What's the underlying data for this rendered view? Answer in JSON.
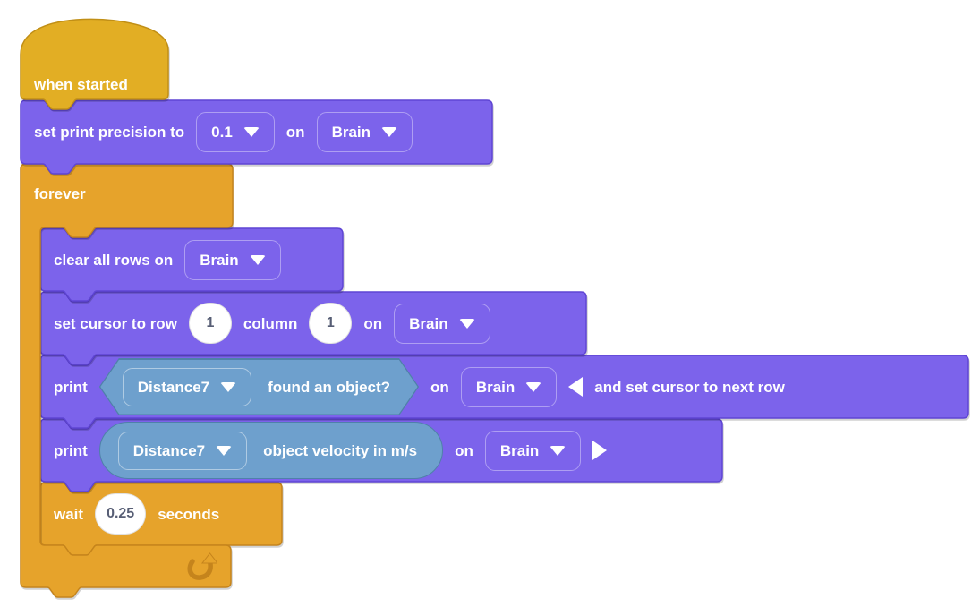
{
  "blocks": {
    "when_started": {
      "label": "when started"
    },
    "set_print_precision": {
      "prefix": "set print precision to",
      "precision": "0.1",
      "on": "on",
      "device": "Brain"
    },
    "forever": {
      "label": "forever"
    },
    "clear_all_rows": {
      "prefix": "clear all rows on",
      "device": "Brain"
    },
    "set_cursor": {
      "prefix": "set cursor to row",
      "row": "1",
      "column_label": "column",
      "column": "1",
      "on": "on",
      "device": "Brain"
    },
    "print_found": {
      "prefix": "print",
      "sensor": "Distance7",
      "condition": "found an object?",
      "on": "on",
      "device": "Brain",
      "expanded_suffix": "and set cursor to next row"
    },
    "print_velocity": {
      "prefix": "print",
      "sensor": "Distance7",
      "value_label": "object velocity in m/s",
      "on": "on",
      "device": "Brain"
    },
    "wait": {
      "prefix": "wait",
      "duration": "0.25",
      "suffix": "seconds"
    }
  },
  "colors": {
    "event_fill": "#E2AE24",
    "event_stroke": "#C18F16",
    "control_fill": "#E6A32B",
    "control_stroke": "#C5841C",
    "purple_fill": "#7C63EB",
    "purple_stroke": "#5F45D4",
    "blue_fill": "#6EA0CD",
    "blue_stroke": "#4F81A9",
    "number_text": "#575E75"
  }
}
